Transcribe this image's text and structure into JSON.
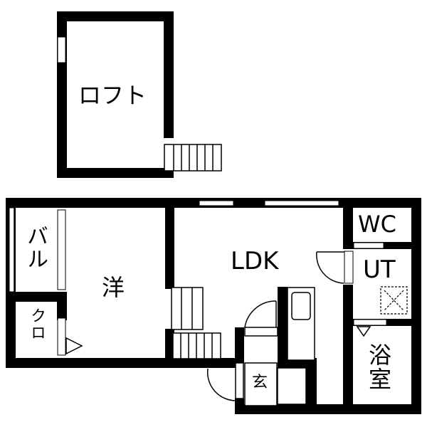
{
  "floorplan": {
    "colors": {
      "wall": "#000000",
      "background": "#ffffff"
    },
    "loft": {
      "label": "ロフト"
    },
    "rooms": {
      "balcony": {
        "label": "バル"
      },
      "closet": {
        "label": "クロ"
      },
      "western_room": {
        "label": "洋"
      },
      "ldk": {
        "label": "LDK"
      },
      "wc": {
        "label": "WC"
      },
      "utility": {
        "label": "UT"
      },
      "bathroom": {
        "label": "浴室"
      },
      "entrance": {
        "label": "玄"
      }
    }
  }
}
